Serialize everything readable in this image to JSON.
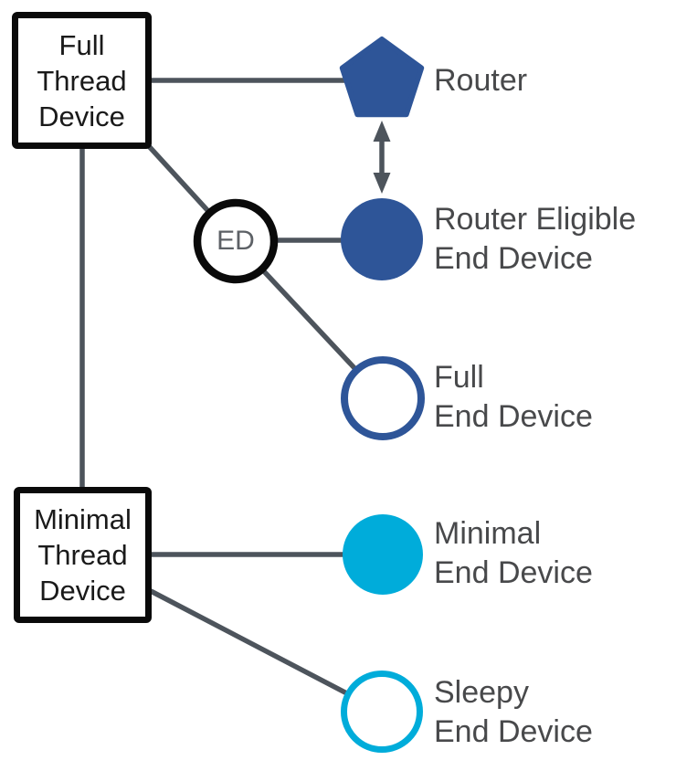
{
  "diagram": {
    "colors": {
      "blue": "#2e5598",
      "cyan": "#00acda",
      "line": "#4d545c",
      "label": "#48494b",
      "boxtext": "#1a1a1a",
      "edtext": "#5d6166",
      "black": "#0a0a0a"
    },
    "boxes": {
      "full_thread_device": {
        "line1": "Full",
        "line2": "Thread",
        "line3": "Device"
      },
      "minimal_thread_device": {
        "line1": "Minimal",
        "line2": "Thread",
        "line3": "Device"
      }
    },
    "nodes": {
      "router": {
        "label": "Router",
        "shape": "pentagon-filled"
      },
      "router_eligible_end_device": {
        "line1": "Router Eligible",
        "line2": "End Device",
        "shape": "circle-filled-blue"
      },
      "full_end_device": {
        "line1": "Full",
        "line2": "End Device",
        "shape": "circle-outline-blue"
      },
      "minimal_end_device": {
        "line1": "Minimal",
        "line2": "End Device",
        "shape": "circle-filled-cyan"
      },
      "sleepy_end_device": {
        "line1": "Sleepy",
        "line2": "End Device",
        "shape": "circle-outline-cyan"
      },
      "ed": {
        "label": "ED",
        "shape": "circle-outline-black"
      }
    }
  }
}
